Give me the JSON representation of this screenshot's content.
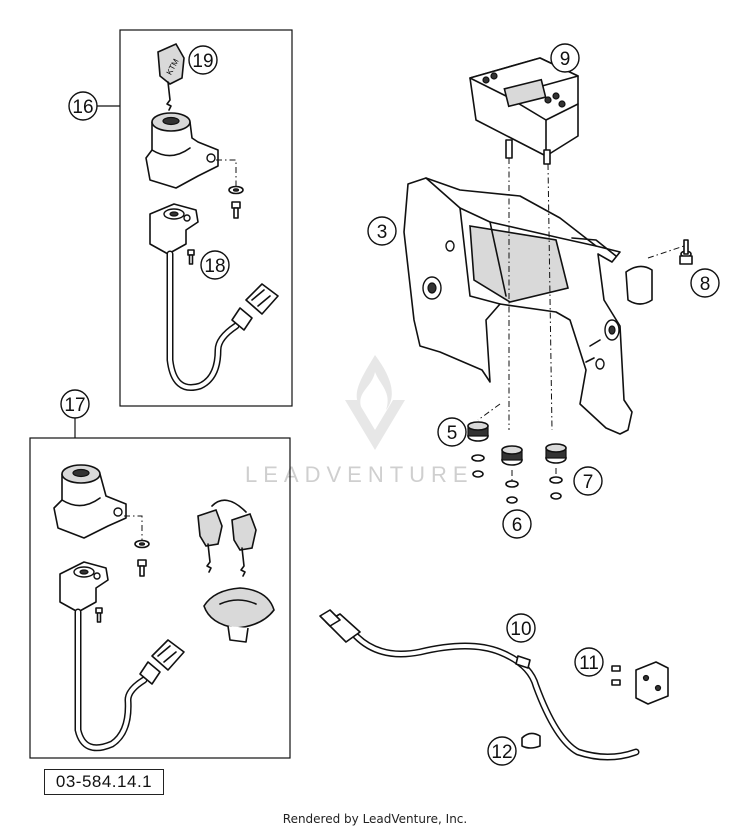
{
  "diagram_code": "03-584.14.1",
  "footer": "Rendered by LeadVenture, Inc.",
  "watermark": {
    "text": "LEADVENTURE",
    "color": "#cfcfcf"
  },
  "callouts": {
    "c3": "3",
    "c5": "5",
    "c6": "6",
    "c7": "7",
    "c8": "8",
    "c9": "9",
    "c10": "10",
    "c11": "11",
    "c12": "12",
    "c16": "16",
    "c17": "17",
    "c18": "18",
    "c19": "19"
  },
  "key_brand": "KTM"
}
